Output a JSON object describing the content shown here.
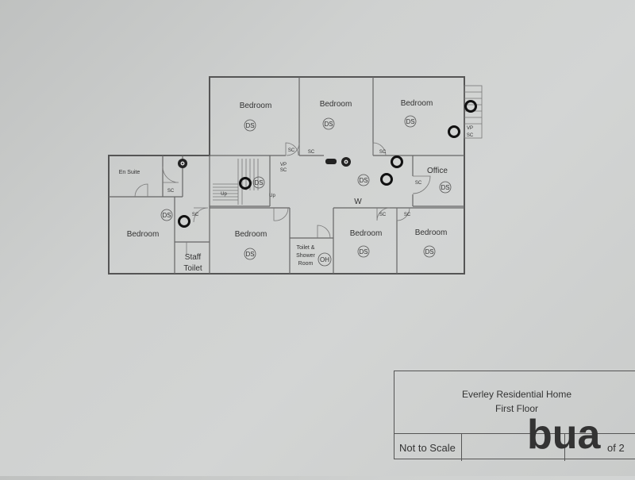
{
  "rooms": {
    "bedroom_top_left": "Bedroom",
    "bedroom_top_mid": "Bedroom",
    "bedroom_top_right": "Bedroom",
    "en_suite": "En Suite",
    "office": "Office",
    "bedroom_left": "Bedroom",
    "bedroom_mid_left": "Bedroom",
    "bedroom_mid_right": "Bedroom",
    "bedroom_right": "Bedroom",
    "staff_toilet_1": "Staff",
    "staff_toilet_2": "Toilet",
    "shower_1": "Toilet &",
    "shower_2": "Shower",
    "shower_3": "Room"
  },
  "symbols": {
    "ds": "DS",
    "oh": "OH",
    "sc": "SC",
    "vp": "VP",
    "w": "W",
    "up": "Up"
  },
  "title_block": {
    "line1": "Everley Residential Home",
    "line2": "First Floor",
    "scale": "Not to Scale",
    "page": "of 2"
  },
  "logo_text": "bua"
}
